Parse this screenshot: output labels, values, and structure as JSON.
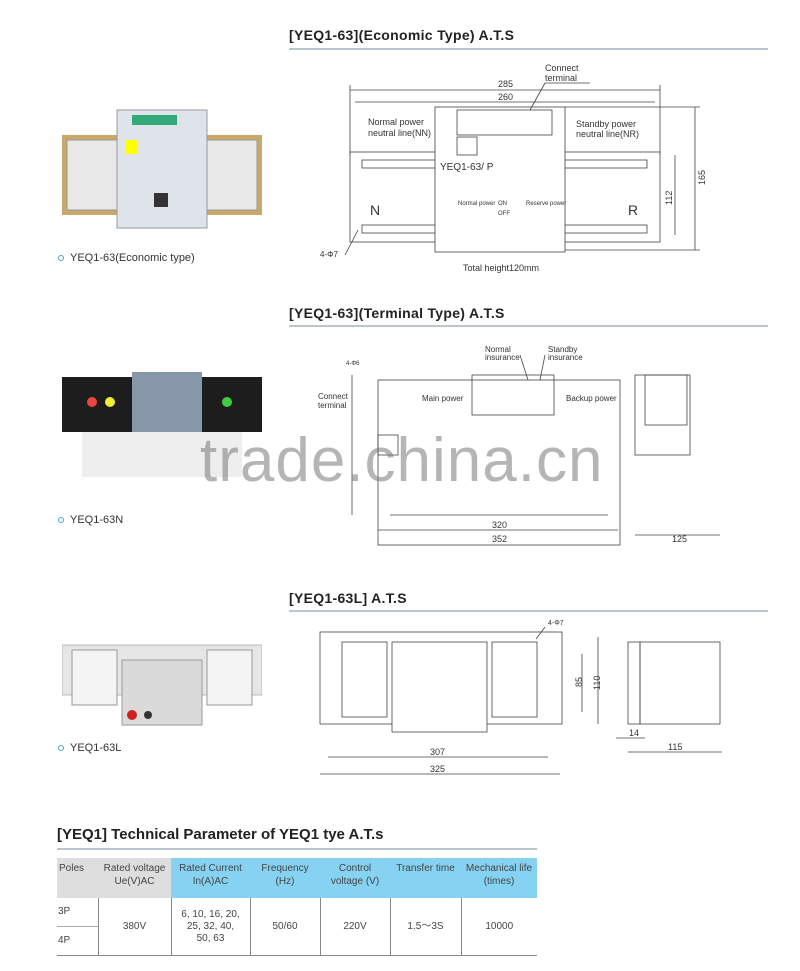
{
  "sections": [
    {
      "heading": "[YEQ1-63](Economic Type) A.T.S",
      "caption": "YEQ1-63(Economic type)"
    },
    {
      "heading": "[YEQ1-63](Terminal Type) A.T.S",
      "caption": "YEQ1-63N"
    },
    {
      "heading": "[YEQ1-63L] A.T.S",
      "caption": "YEQ1-63L"
    }
  ],
  "drawing1": {
    "connect_terminal_1": "Connect",
    "connect_terminal_2": "terminal",
    "dim_285": "285",
    "dim_260": "260",
    "normal_1": "Normal power",
    "normal_2": "neutral line(NN)",
    "standby_1": "Standby power",
    "standby_2": "neutral line(NR)",
    "model": "YEQ1-63/ P",
    "dim_165": "165",
    "dim_112": "112",
    "hole": "4-Φ7",
    "n": "N",
    "r": "R",
    "on": "ON",
    "off": "OFF",
    "normal_power": "Normal power",
    "reserve_power": "Reserve power",
    "total_height": "Total height120mm"
  },
  "drawing2": {
    "normal_ins_1": "Normal",
    "normal_ins_2": "insurance",
    "standby_ins_1": "Standby",
    "standby_ins_2": "insurance",
    "hole": "4-Φ6",
    "connect_1": "Connect",
    "connect_2": "terminal",
    "main_power": "Main power",
    "backup_power": "Backup power",
    "dim_320": "320",
    "dim_352": "352",
    "dim_125": "125"
  },
  "drawing3": {
    "hole": "4-Φ7",
    "dim_85": "85",
    "dim_110": "110",
    "dim_307": "307",
    "dim_325": "325",
    "dim_14": "14",
    "dim_115": "115"
  },
  "watermark": "trade.china.cn",
  "table": {
    "title": "[YEQ1] Technical Parameter of YEQ1 tye A.T.s",
    "headers": [
      "Poles",
      "Rated voltage Ue(V)AC",
      "Rated Current In(A)AC",
      "Frequency (Hz)",
      "Control voltage (V)",
      "Transfer time",
      "Mechanical life (times)"
    ],
    "poles": [
      "3P",
      "4P"
    ],
    "rated_voltage": "380V",
    "rated_current": "6, 10, 16, 20, 25, 32, 40, 50, 63",
    "frequency": "50/60",
    "control_voltage": "220V",
    "transfer_time": "1.5～3S",
    "mechanical_life": "10000"
  },
  "colors": {
    "header_blue": "#86d2f2",
    "header_gray": "#dedede",
    "rule": "#b9c6cc"
  }
}
